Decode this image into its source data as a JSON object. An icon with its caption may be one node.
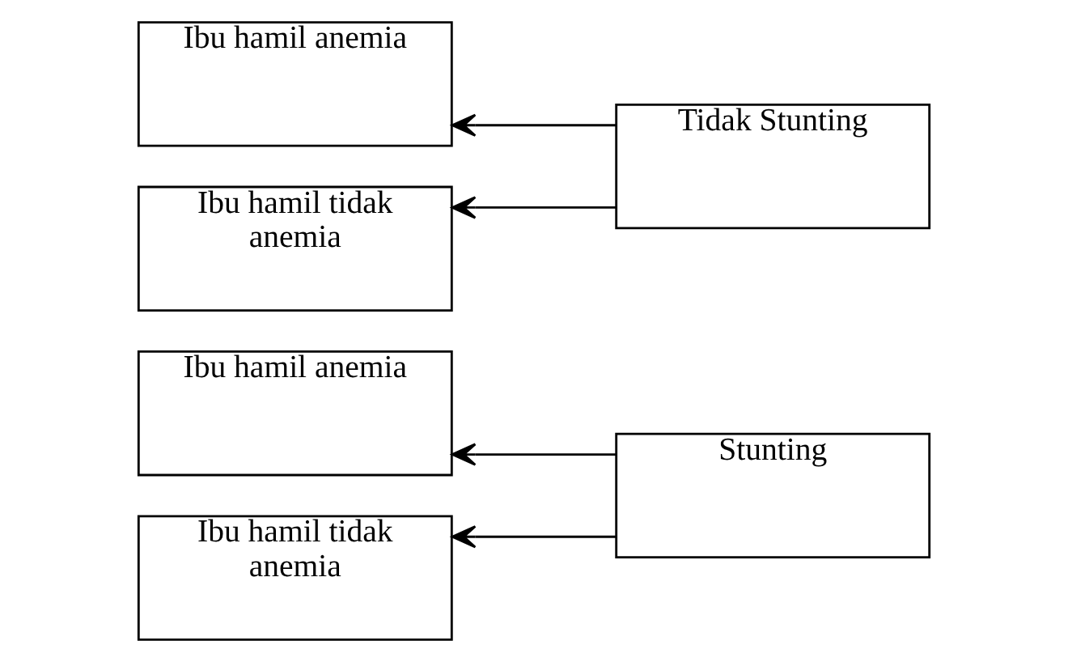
{
  "diagram": {
    "nodes": [
      {
        "text": [
          "Ibu hamil anemia"
        ]
      },
      {
        "text": [
          "Ibu hamil tidak anemia"
        ]
      },
      {
        "text": [
          "Stunting"
        ]
      },
      {
        "text": [
          "Ibu hamil anemia"
        ]
      },
      {
        "text": [
          "Ibu hamil tidak anemia"
        ]
      },
      {
        "text": [
          "Tidak Stunting"
        ]
      }
    ],
    "edges": [
      {
        "from": 2,
        "to": 0,
        "arrow": "to"
      },
      {
        "from": 2,
        "to": 1,
        "arrow": "to"
      },
      {
        "from": 5,
        "to": 3,
        "arrow": "to"
      },
      {
        "from": 5,
        "to": 4,
        "arrow": "to"
      }
    ]
  }
}
